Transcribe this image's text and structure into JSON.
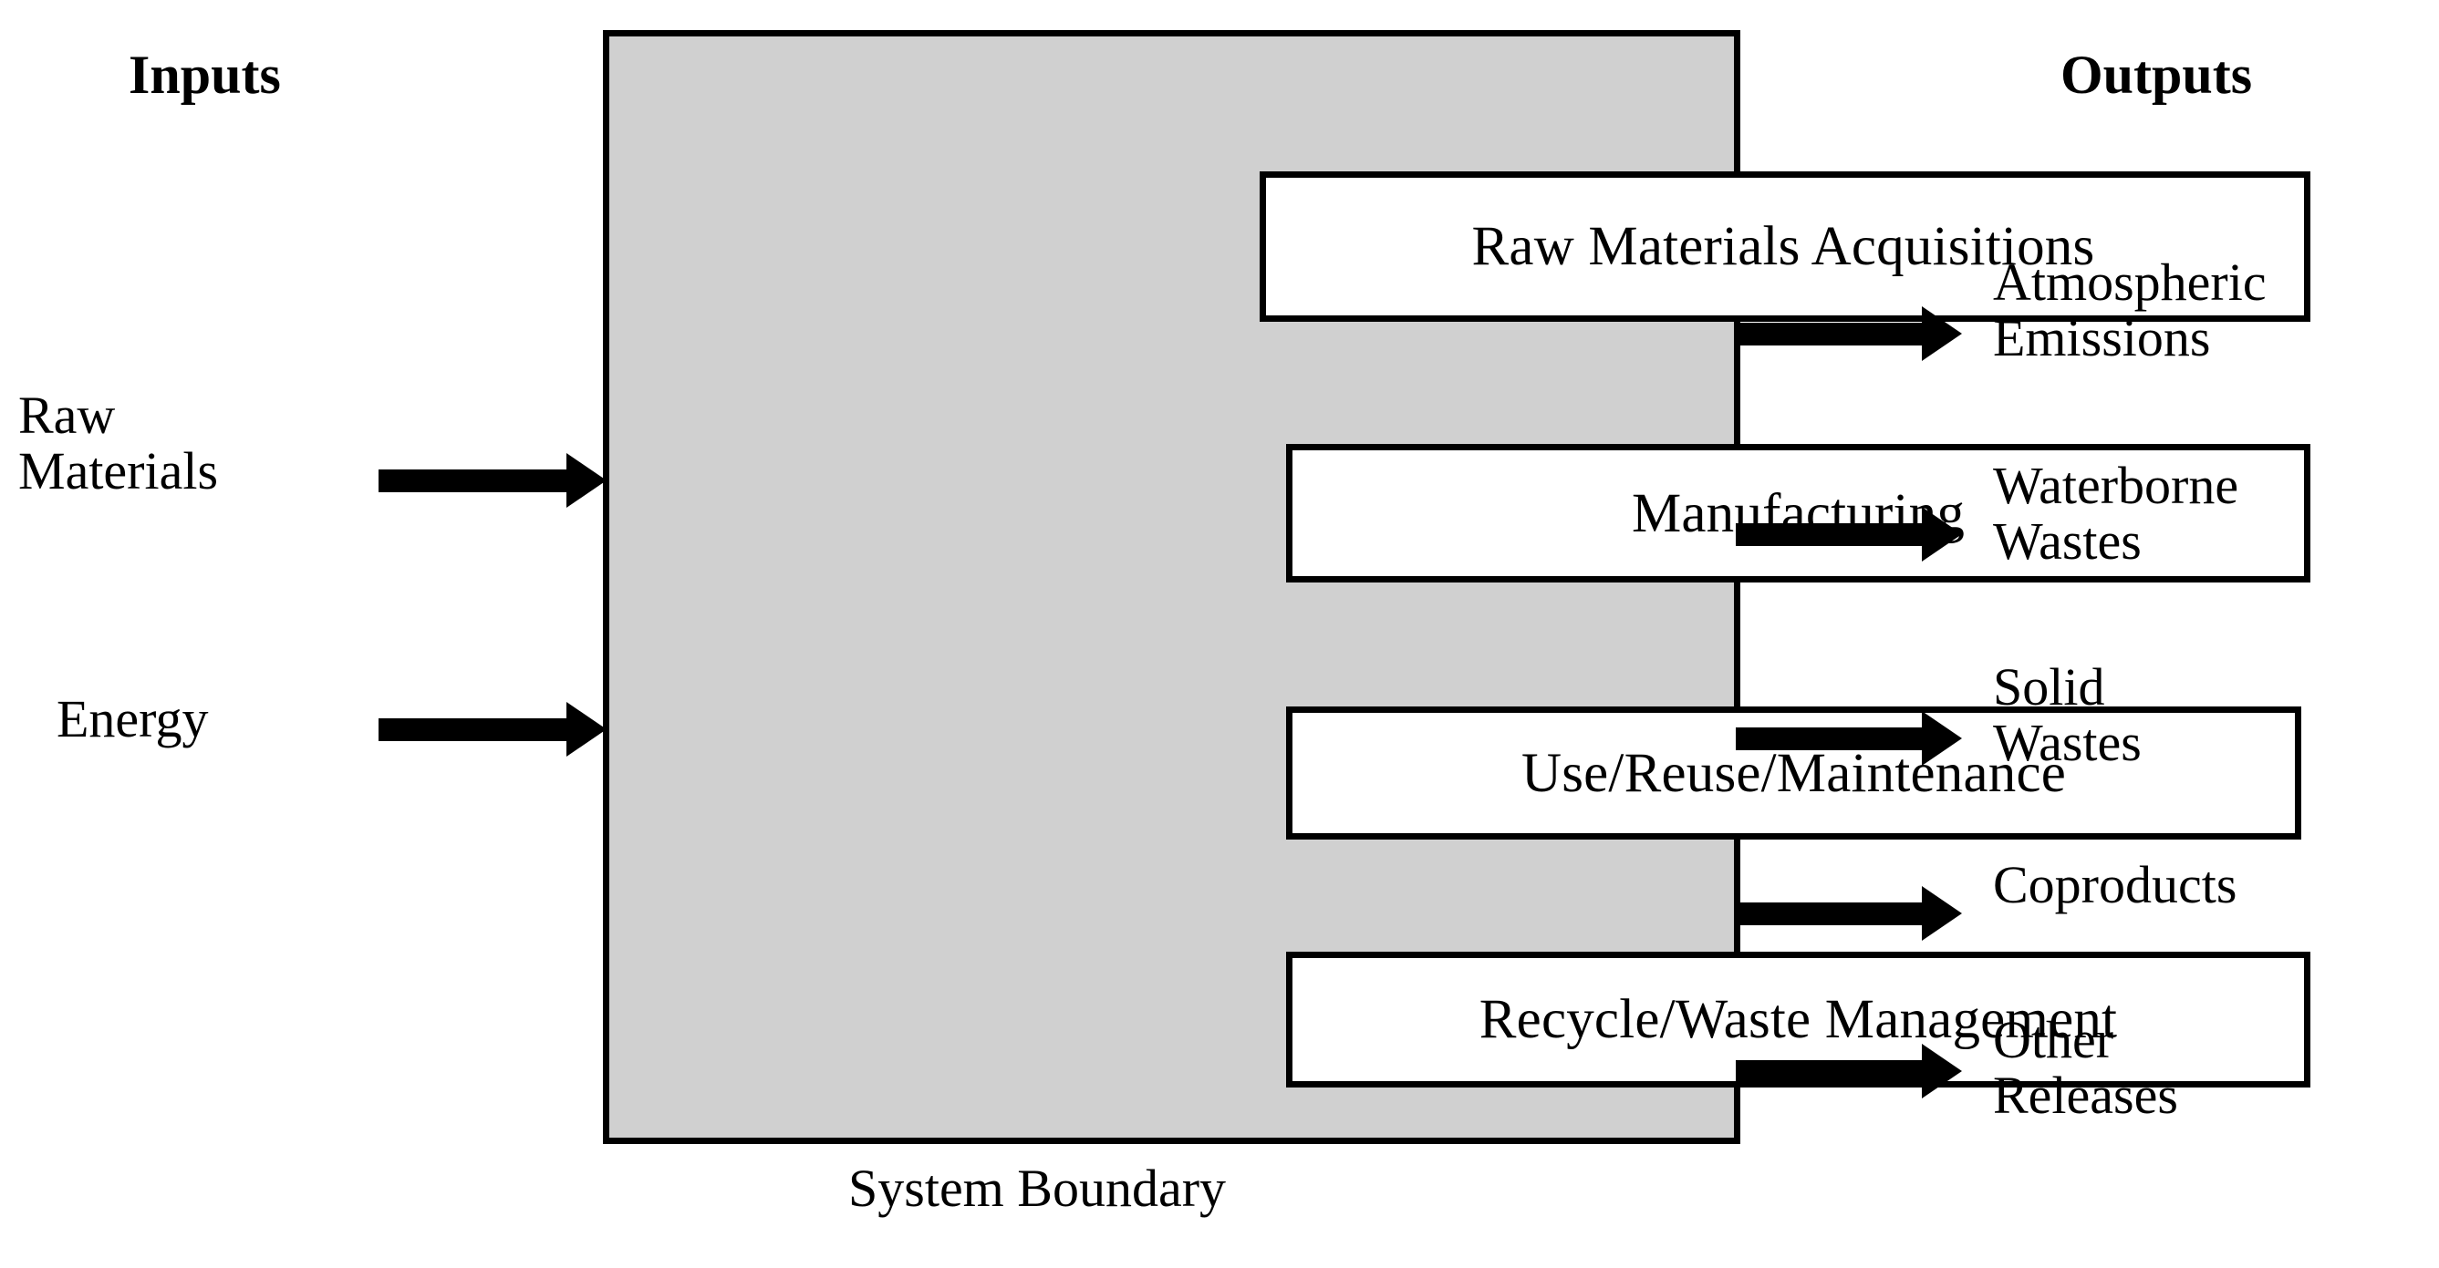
{
  "diagram": {
    "title_caption": "System Boundary",
    "colors": {
      "boundary_fill": "#d0d0d0",
      "boundary_stroke": "#000000",
      "stage_box_fill": "#ffffff",
      "stage_box_stroke": "#000000",
      "arrow": "#000000",
      "background": "#ffffff"
    }
  },
  "inputs": {
    "heading": "Inputs",
    "items": [
      {
        "label_line1": "Raw",
        "label_line2": "Materials",
        "arrow": "right-arrow-icon"
      },
      {
        "label_line1": "Energy",
        "label_line2": "",
        "arrow": "right-arrow-icon"
      }
    ]
  },
  "outputs": {
    "heading": "Outputs",
    "items": [
      {
        "label_line1": "Atmospheric",
        "label_line2": "Emissions",
        "arrow": "right-arrow-icon"
      },
      {
        "label_line1": "Waterborne",
        "label_line2": "Wastes",
        "arrow": "right-arrow-icon"
      },
      {
        "label_line1": "Solid",
        "label_line2": "Wastes",
        "arrow": "right-arrow-icon"
      },
      {
        "label_line1": "Coproducts",
        "label_line2": "",
        "arrow": "right-arrow-icon"
      },
      {
        "label_line1": "Other",
        "label_line2": "Releases",
        "arrow": "right-arrow-icon"
      }
    ]
  },
  "stages": [
    {
      "label": "Raw Materials Acquisitions"
    },
    {
      "label": "Manufacturing"
    },
    {
      "label": "Use/Reuse/Maintenance"
    },
    {
      "label": "Recycle/Waste Management"
    }
  ]
}
